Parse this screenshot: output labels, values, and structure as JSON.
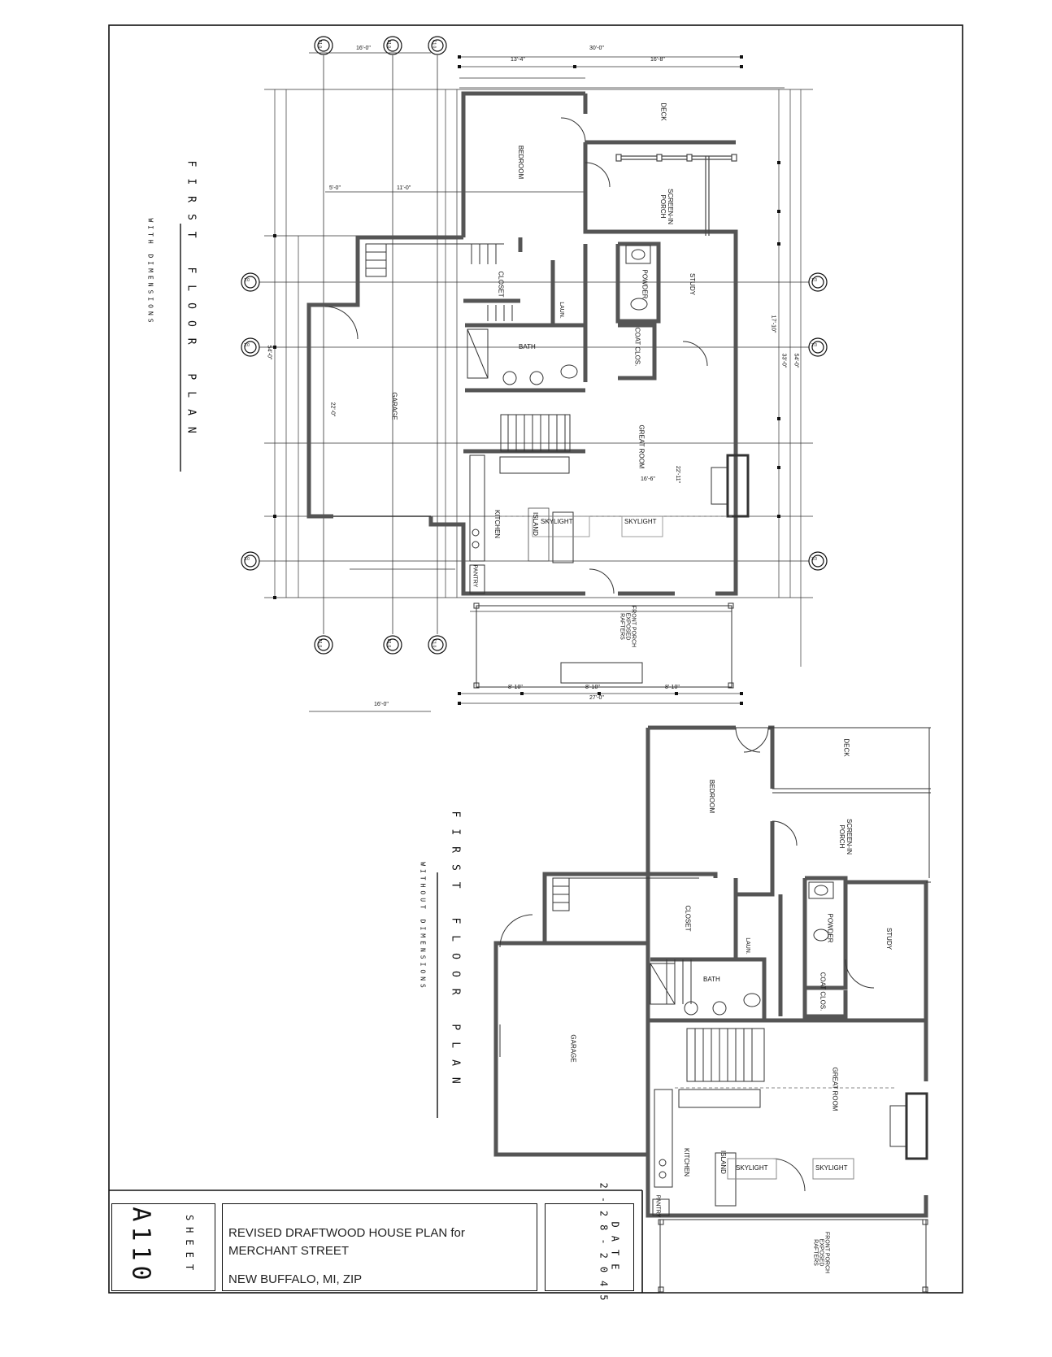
{
  "plan1": {
    "title": "FIRST FLOOR PLAN",
    "subtitle": "WITH DIMENSIONS",
    "rooms": {
      "deck": "DECK",
      "bedroom": "BEDROOM",
      "porch": "SCREEN-IN PORCH",
      "closet": "CLOSET",
      "powder": "POWDER",
      "study": "STUDY",
      "coat": "COAT CLOS.",
      "laun": "LAUN.",
      "bath": "BATH",
      "garage": "GARAGE",
      "great": "GREAT ROOM",
      "kitchen": "KITCHEN",
      "island": "ISLAND",
      "skylight1": "SKYLIGHT",
      "skylight2": "SKYLIGHT",
      "pantry": "PANTRY",
      "front_porch": "FRONT PORCH EXPOSED RAFTERS"
    },
    "dims": {
      "top_30": "30'-0\"",
      "top_13": "13'-4\"",
      "top_16a": "16'-8\"",
      "left_16": "16'-0\"",
      "bottom_16": "16'-0\"",
      "bottom_27": "27'-0\"",
      "side_54": "54'-0\"",
      "side_33": "33'-0\"",
      "side_17": "17'-10\"",
      "w_5": "5'-0\"",
      "w_11": "11'-0\"",
      "w_22": "22'-0\"",
      "w_16b": "16'-6\"",
      "w_22b": "22'-11\"",
      "w_8a": "8'-10\"",
      "w_8b": "8'-10\"",
      "w_8c": "8'-10\""
    },
    "grid": {
      "a": "A1.0",
      "b": "B1.0",
      "c": "C1.0",
      "one": "1.0",
      "two": "2.0",
      "three": "3.0"
    }
  },
  "plan2": {
    "title": "FIRST FLOOR PLAN",
    "subtitle": "WITHOUT DIMENSIONS",
    "rooms": {
      "deck": "DECK",
      "bedroom": "BEDROOM",
      "porch": "SCREEN-IN PORCH",
      "closet": "CLOSET",
      "powder": "POWDER",
      "study": "STUDY",
      "coat": "COAT CLOS.",
      "laun": "LAUN.",
      "bath": "BATH",
      "garage": "GARAGE",
      "great": "GREAT ROOM",
      "kitchen": "KITCHEN",
      "island": "ISLAND",
      "skylight1": "SKYLIGHT",
      "skylight2": "SKYLIGHT",
      "pantry": "PANTRY",
      "front_porch": "FRONT PORCH EXPOSED RAFTERS"
    }
  },
  "titleblock": {
    "project_line1": "REVISED DRAFTWOOD HOUSE PLAN for",
    "project_line2": "MERCHANT STREET",
    "location": "NEW BUFFALO, MI, ZIP",
    "sheet_label": "SHEET",
    "sheet_number": "A110",
    "date_label": "DATE",
    "date_value": "2-28-2045"
  }
}
